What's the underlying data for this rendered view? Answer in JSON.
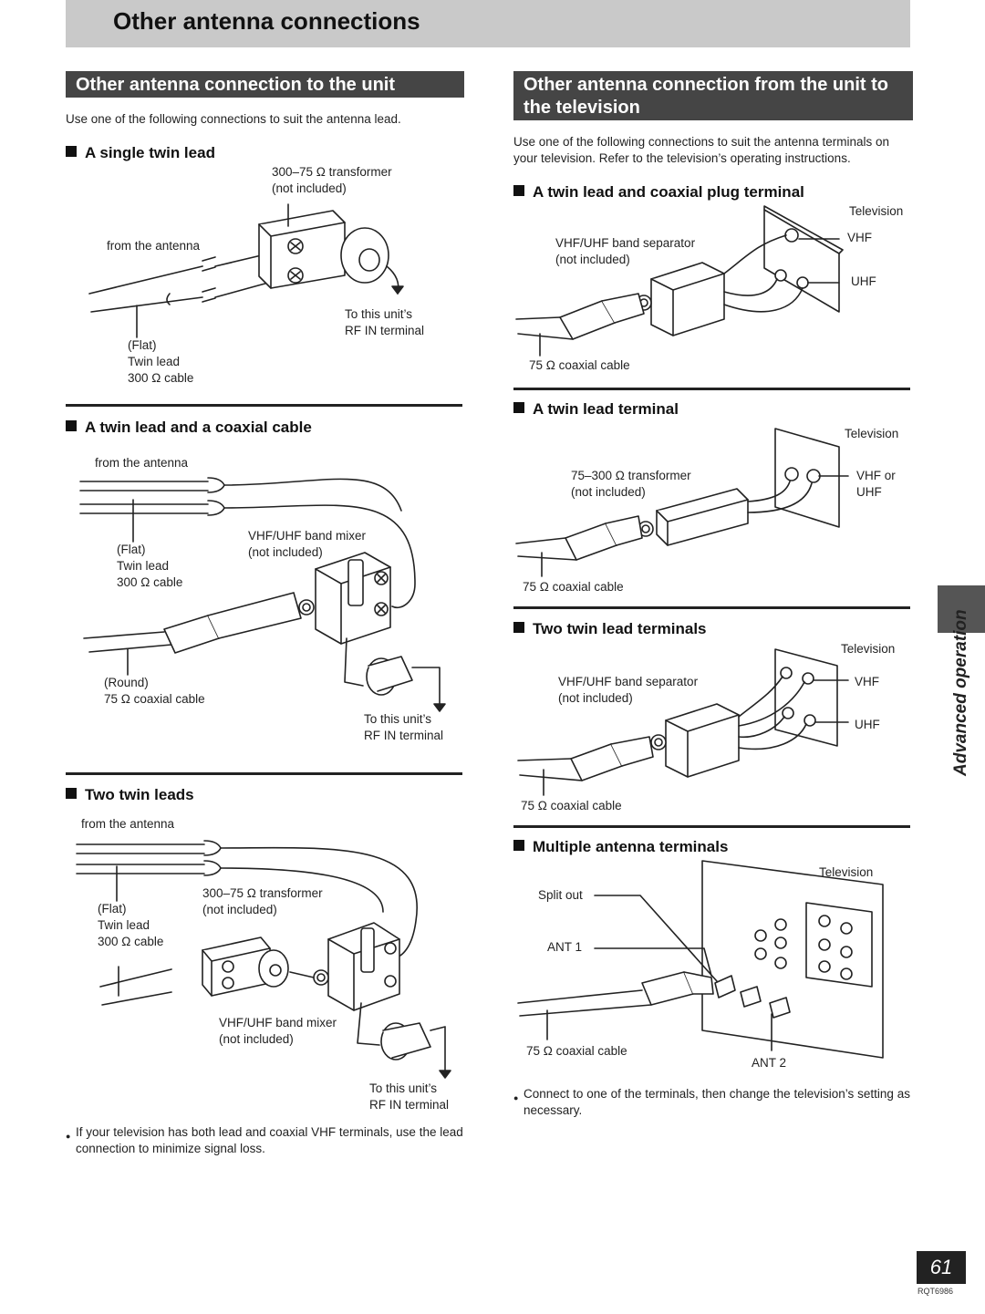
{
  "page_title": "Other antenna connections",
  "left_section": {
    "title": "Other antenna connection to the unit",
    "intro": "Use one of the following connections to suit the antenna lead.",
    "single_twin_lead": {
      "heading": "A single twin lead",
      "transformer": [
        "300–75 Ω transformer",
        "(not included)"
      ],
      "from_antenna": "from the antenna",
      "to_unit": [
        "To this unit’s",
        "RF IN terminal"
      ],
      "cable": [
        "(Flat)",
        "Twin lead",
        "300 Ω cable"
      ]
    },
    "twin_lead_coaxial": {
      "heading": "A twin lead and a coaxial cable",
      "from_antenna": "from the antenna",
      "cable_flat": [
        "(Flat)",
        "Twin lead",
        "300 Ω cable"
      ],
      "mixer": [
        "VHF/UHF band mixer",
        "(not included)"
      ],
      "cable_round": [
        "(Round)",
        "75 Ω coaxial cable"
      ],
      "to_unit": [
        "To this unit’s",
        "RF IN terminal"
      ]
    },
    "two_twin_leads": {
      "heading": "Two twin leads",
      "from_antenna": "from the antenna",
      "transformer": [
        "300–75 Ω transformer",
        "(not included)"
      ],
      "cable": [
        "(Flat)",
        "Twin lead",
        "300 Ω cable"
      ],
      "mixer": [
        "VHF/UHF band mixer",
        "(not included)"
      ],
      "to_unit": [
        "To this unit’s",
        "RF IN terminal"
      ]
    },
    "note": "If your television has both lead and coaxial VHF terminals, use the lead connection to minimize signal loss."
  },
  "right_section": {
    "title": "Other antenna connection from the unit to the television",
    "intro": "Use one of the following connections to suit the antenna terminals on your television. Refer to the television’s operating instructions.",
    "twin_lead_coaxial_plug": {
      "heading": "A twin lead and coaxial plug terminal",
      "television": "Television",
      "separator": [
        "VHF/UHF band separator",
        "(not included)"
      ],
      "vhf": "VHF",
      "uhf": "UHF",
      "coax": "75 Ω coaxial cable"
    },
    "twin_lead_terminal": {
      "heading": "A twin lead terminal",
      "television": "Television",
      "transformer": [
        "75–300 Ω transformer",
        "(not included)"
      ],
      "vhf_or_uhf": [
        "VHF or",
        "UHF"
      ],
      "coax": "75 Ω coaxial cable"
    },
    "two_twin_lead_terminals": {
      "heading": "Two twin lead terminals",
      "television": "Television",
      "separator": [
        "VHF/UHF band separator",
        "(not included)"
      ],
      "vhf": "VHF",
      "uhf": "UHF",
      "coax": "75 Ω coaxial cable"
    },
    "multiple_terminals": {
      "heading": "Multiple antenna terminals",
      "television": "Television",
      "split_out": "Split out",
      "ant1": "ANT 1",
      "ant2": "ANT 2",
      "coax": "75 Ω coaxial cable"
    },
    "note": "Connect to one of the terminals, then change the television’s setting as necessary."
  },
  "side_tab": "Advanced operation",
  "page_number": "61",
  "model_code": "RQT6986",
  "bullet": "●"
}
